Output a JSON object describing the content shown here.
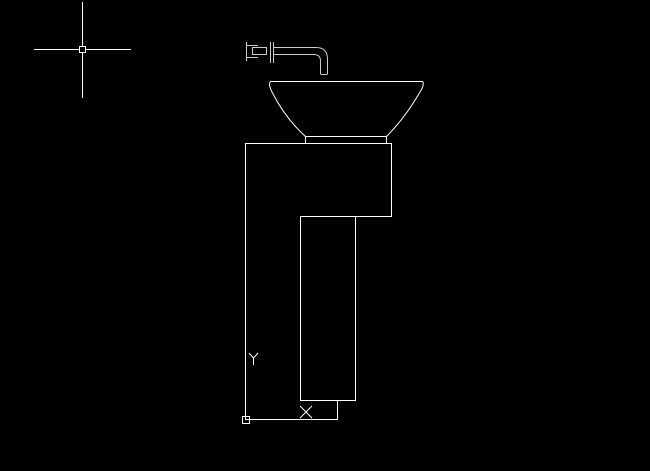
{
  "canvas": {
    "background_color": "#000000",
    "drawing_line_color": "#ffffff",
    "faucet_line_color": "#cccccc",
    "cursor_color": "#ffffff"
  },
  "crosshair_cursor": {
    "icon": "crosshair-pickbox-icon"
  },
  "ucs_icon": {
    "icon": "ucs-origin-icon",
    "y_axis_label": "Y",
    "x_axis_label": "X"
  },
  "drawing": {
    "objects": [
      "faucet",
      "basin-bowl",
      "basin-neck",
      "pedestal-top-block",
      "pedestal-column",
      "pedestal-base-outline"
    ]
  }
}
